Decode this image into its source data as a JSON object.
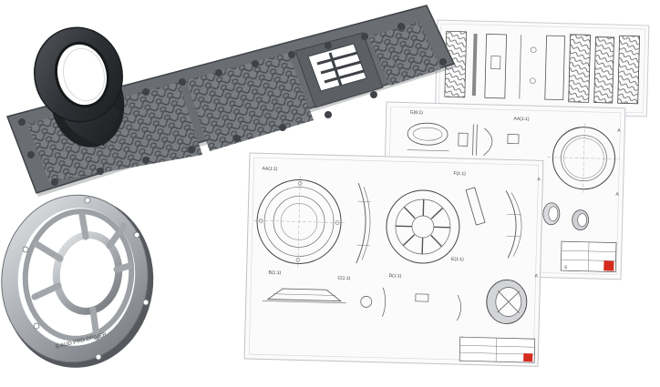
{
  "sheets": {
    "back": {
      "frame": "#f4f5f6",
      "paper": "#fbfbfc"
    },
    "middle": {
      "view_labels": [
        "G(6:1)",
        "AA(1:1)",
        "A",
        "A"
      ],
      "sheet_number": "5"
    },
    "front": {
      "view_labels": [
        "B(1:1)",
        "C(1:1)",
        "D(1:1)",
        "E(1:1)",
        "F(1:1)",
        "AA(1:1)",
        "A",
        "A"
      ]
    }
  },
  "ring": {
    "engraving": "S-AUD PRO DRIVER"
  },
  "colors": {
    "grille": "#5e6166",
    "grille_dark": "#3f4247",
    "port": "#2f3236",
    "ring": "#b9bcc0",
    "ink": "#404040",
    "accent": "#d52b1e"
  }
}
